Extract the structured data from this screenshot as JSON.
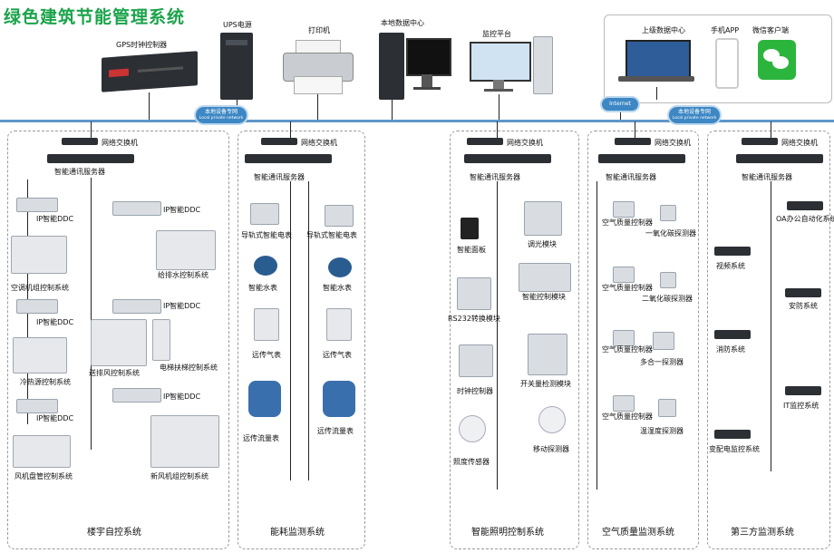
{
  "title": "绿色建筑节能管理系统",
  "top_devices": {
    "gps": "GPS时钟控制器",
    "ups": "UPS电源",
    "printer": "打印机",
    "local_dc": "本地数据中心",
    "monitor": "监控平台",
    "upper_dc": "上级数据中心",
    "phone": "手机APP",
    "wechat": "微信客户端"
  },
  "network": {
    "lan_left": "本地设备专网",
    "lan_left_en": "Local private network",
    "lan_right": "本地设备专网",
    "lan_right_en": "Local private network",
    "internet": "Internet"
  },
  "common": {
    "switch": "网络交换机",
    "server": "智能通讯服务器"
  },
  "panels": {
    "bas": {
      "title": "楼宇自控系统",
      "ddc1": "IP智能DDC",
      "ddc2": "IP智能DDC",
      "ddc3": "IP智能DDC",
      "ddc4": "IP智能DDC",
      "ddc5": "IP智能DDC",
      "ddc6": "IP智能DDC",
      "ahu": "空调机组控制系统",
      "water": "给排水控制系统",
      "chiller": "冷热源控制系统",
      "fan": "送排风控制系统",
      "elevator": "电梯扶梯控制系统",
      "fcu": "风机盘管控制系统",
      "fresh": "新风机组控制系统"
    },
    "energy": {
      "title": "能耗监测系统",
      "meter1": "导轨式智能电表",
      "meter2": "导轨式智能电表",
      "water1": "智能水表",
      "water2": "智能水表",
      "gas1": "远传气表",
      "gas2": "远传气表",
      "flow1": "远传流量表",
      "flow2": "远传流量表"
    },
    "lighting": {
      "title": "智能照明控制系统",
      "panel": "智能面板",
      "dimmer": "调光模块",
      "control": "智能控制模块",
      "rs232": "RS232转换模块",
      "switch_detect": "开关量检测模块",
      "clock": "时钟控制器",
      "lux": "照度传感器",
      "motion": "移动探测器"
    },
    "air": {
      "title": "空气质量监测系统",
      "ctrl1": "空气质量控制器",
      "ctrl2": "空气质量控制器",
      "ctrl3": "空气质量控制器",
      "ctrl4": "空气质量控制器",
      "co": "一氧化碳探测器",
      "co2": "二氧化碳探测器",
      "multi": "多合一探测器",
      "th": "温湿度探测器"
    },
    "third": {
      "title": "第三方监测系统",
      "oa": "OA办公自动化系统",
      "video": "视频系统",
      "security": "安防系统",
      "fire": "消防系统",
      "it": "IT监控系统",
      "power": "变配电监控系统"
    }
  }
}
